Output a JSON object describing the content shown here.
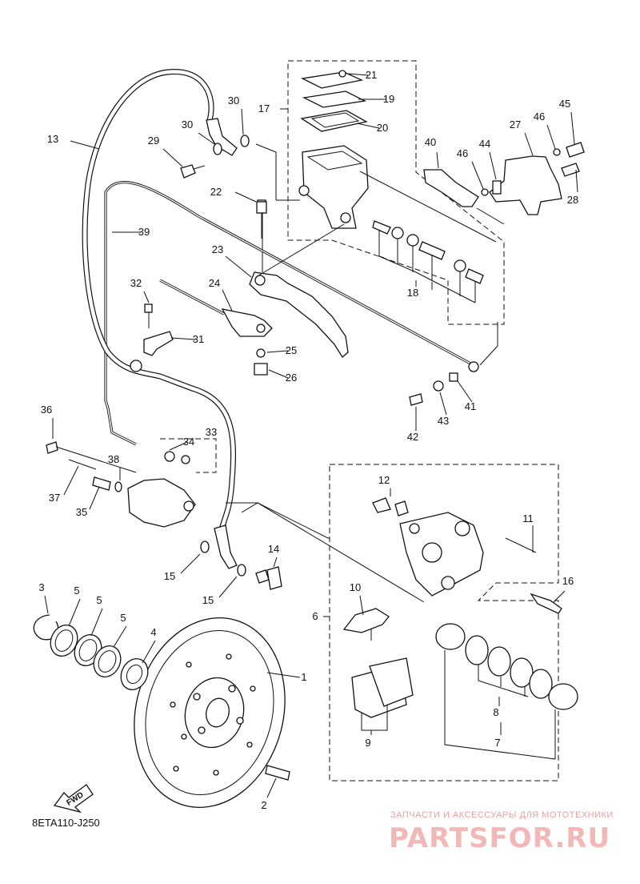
{
  "diagram": {
    "callouts": [
      {
        "id": "1",
        "label": "1"
      },
      {
        "id": "2",
        "label": "2"
      },
      {
        "id": "3",
        "label": "3"
      },
      {
        "id": "4",
        "label": "4"
      },
      {
        "id": "5a",
        "label": "5"
      },
      {
        "id": "5b",
        "label": "5"
      },
      {
        "id": "5c",
        "label": "5"
      },
      {
        "id": "6",
        "label": "6"
      },
      {
        "id": "7",
        "label": "7"
      },
      {
        "id": "8",
        "label": "8"
      },
      {
        "id": "9",
        "label": "9"
      },
      {
        "id": "10",
        "label": "10"
      },
      {
        "id": "11",
        "label": "11"
      },
      {
        "id": "12",
        "label": "12"
      },
      {
        "id": "13",
        "label": "13"
      },
      {
        "id": "14",
        "label": "14"
      },
      {
        "id": "15a",
        "label": "15"
      },
      {
        "id": "15b",
        "label": "15"
      },
      {
        "id": "16",
        "label": "16"
      },
      {
        "id": "17",
        "label": "17"
      },
      {
        "id": "18",
        "label": "18"
      },
      {
        "id": "19",
        "label": "19"
      },
      {
        "id": "20",
        "label": "20"
      },
      {
        "id": "21",
        "label": "21"
      },
      {
        "id": "22",
        "label": "22"
      },
      {
        "id": "23",
        "label": "23"
      },
      {
        "id": "24",
        "label": "24"
      },
      {
        "id": "25",
        "label": "25"
      },
      {
        "id": "26",
        "label": "26"
      },
      {
        "id": "27",
        "label": "27"
      },
      {
        "id": "28",
        "label": "28"
      },
      {
        "id": "29",
        "label": "29"
      },
      {
        "id": "30a",
        "label": "30"
      },
      {
        "id": "30b",
        "label": "30"
      },
      {
        "id": "31",
        "label": "31"
      },
      {
        "id": "32",
        "label": "32"
      },
      {
        "id": "33",
        "label": "33"
      },
      {
        "id": "34",
        "label": "34"
      },
      {
        "id": "35",
        "label": "35"
      },
      {
        "id": "36",
        "label": "36"
      },
      {
        "id": "37",
        "label": "37"
      },
      {
        "id": "38",
        "label": "38"
      },
      {
        "id": "39",
        "label": "39"
      },
      {
        "id": "40",
        "label": "40"
      },
      {
        "id": "41",
        "label": "41"
      },
      {
        "id": "42",
        "label": "42"
      },
      {
        "id": "43",
        "label": "43"
      },
      {
        "id": "44",
        "label": "44"
      },
      {
        "id": "45",
        "label": "45"
      },
      {
        "id": "46a",
        "label": "46"
      },
      {
        "id": "46b",
        "label": "46"
      }
    ],
    "fwd_label": "FWD",
    "drawing_code": "8ETA110-J250"
  },
  "watermark": {
    "tagline": "ЗАПЧАСТИ И АКСЕССУАРЫ ДЛЯ МОТОТЕХНИКИ",
    "brand": "PARTSFOR.RU"
  },
  "colors": {
    "ink": "#111111",
    "watermark": "#f2b8b8"
  }
}
